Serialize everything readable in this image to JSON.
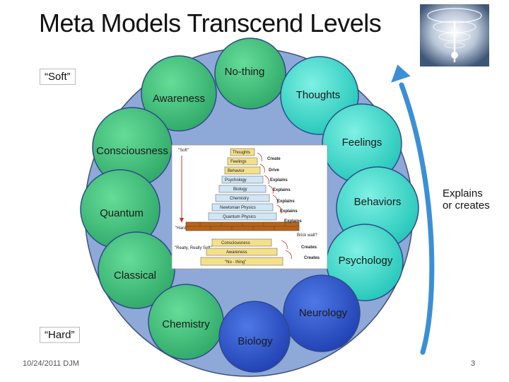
{
  "title": "Meta Models Transcend Levels",
  "tags": {
    "soft": "“Soft”",
    "hard": "“Hard”"
  },
  "ring_nodes": [
    "No-thing",
    "Thoughts",
    "Feelings",
    "Behaviors",
    "Psychology",
    "Neurology",
    "Biology",
    "Chemistry",
    "Classical",
    "Quantum",
    "Consciousness",
    "Awareness"
  ],
  "arrow_note": "Explains or creates",
  "footer": {
    "date": "10/24/2011 DJM",
    "page": "3"
  },
  "inset": {
    "soft_label": "\"Soft\"",
    "hard_label": "\"Hard\"",
    "really_soft_label": "\"Really, Really Soft\"",
    "levels_top": [
      "Thoughts",
      "Feelings",
      "Behavior",
      "Psychology",
      "Biology",
      "Chemistry",
      "Newtonian Physics",
      "Quantum Physics"
    ],
    "levels_bottom": [
      "Consciousness",
      "Awareness",
      "\"No - thing\""
    ],
    "relations": [
      "Create",
      "Drive",
      "Explains",
      "Explains",
      "Explains",
      "Explains",
      "Explains"
    ],
    "brick_wall": "Brick wall?",
    "creates": [
      "Creates",
      "Creates"
    ]
  },
  "colors": {
    "outer_circle": "#8ea9d8",
    "node_teal": "#3dd5c8",
    "node_green": "#3cb878",
    "node_blue": "#2a50c8",
    "arrow": "#3b8fd6"
  }
}
